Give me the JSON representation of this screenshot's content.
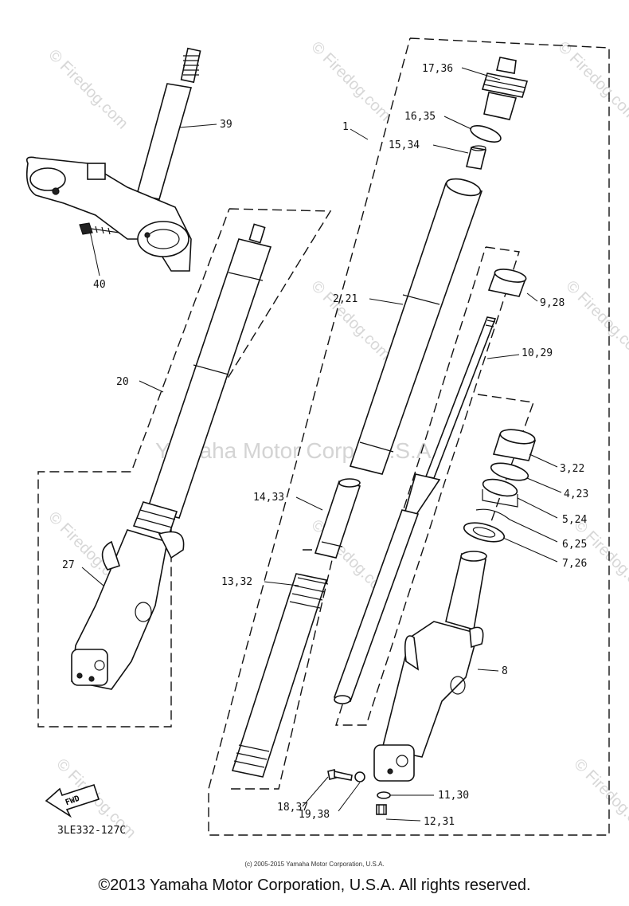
{
  "watermark": {
    "text": "© Firedog.com",
    "center_text": "Yamaha Motor Corp., U.S.A."
  },
  "callouts": {
    "p39": "39",
    "p40": "40",
    "p20": "20",
    "p27": "27",
    "p1": "1",
    "p17_36": "17,36",
    "p16_35": "16,35",
    "p15_34": "15,34",
    "p2_21": "2,21",
    "p9_28": "9,28",
    "p10_29": "10,29",
    "p3_22": "3,22",
    "p4_23": "4,23",
    "p5_24": "5,24",
    "p6_25": "6,25",
    "p7_26": "7,26",
    "p8": "8",
    "p14_33": "14,33",
    "p13_32": "13,32",
    "p18_37": "18,37",
    "p19_38": "19,38",
    "p11_30": "11,30",
    "p12_31": "12,31"
  },
  "fwd_label": "FWD",
  "diagram_code": "3LE332-127C",
  "small_copyright": "(c) 2005-2015 Yamaha Motor Corporation, U.S.A.",
  "footer_copyright": "©2013 Yamaha Motor Corporation, U.S.A. All rights reserved."
}
